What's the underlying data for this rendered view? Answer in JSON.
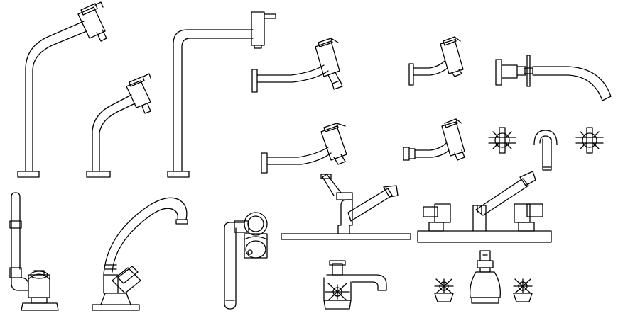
{
  "sheet": {
    "background": "#ffffff",
    "line_color": "#000000"
  },
  "items": [
    {
      "id": "tall-single-lever-mixer"
    },
    {
      "id": "short-single-lever-mixer"
    },
    {
      "id": "high-spout-basin-mixer"
    },
    {
      "id": "wall-mounted-mixer-upper"
    },
    {
      "id": "wall-mounted-mixer-lower"
    },
    {
      "id": "small-wall-tap-upper"
    },
    {
      "id": "small-wall-tap-lower"
    },
    {
      "id": "wall-spout-with-rosettes"
    },
    {
      "id": "cross-handle-left"
    },
    {
      "id": "wall-spout-center"
    },
    {
      "id": "cross-handle-right"
    },
    {
      "id": "pillar-tap-elevation"
    },
    {
      "id": "swan-neck-tap-elevation"
    },
    {
      "id": "wall-tap-with-hose"
    },
    {
      "id": "kitchen-mixer-single-hole"
    },
    {
      "id": "kitchen-mixer-three-hole"
    },
    {
      "id": "bath-filler-cross-handle"
    },
    {
      "id": "three-piece-basin-set"
    }
  ]
}
